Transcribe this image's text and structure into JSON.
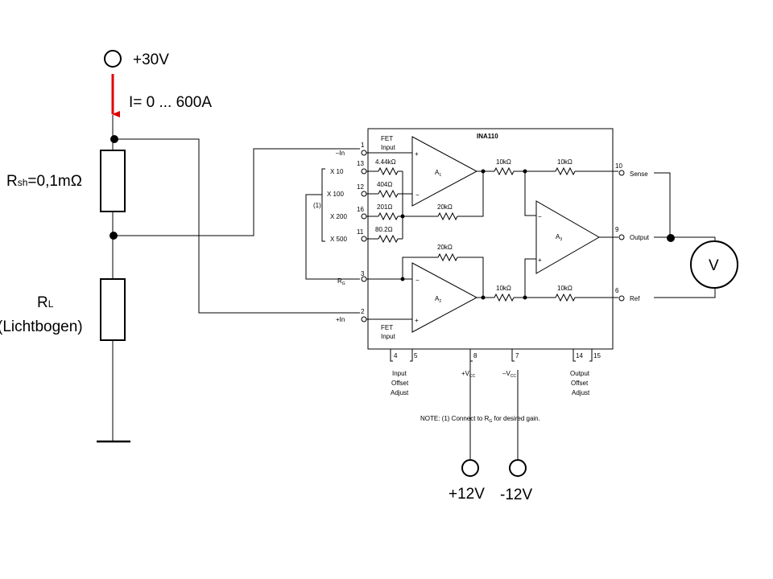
{
  "supply": {
    "label": "+30V",
    "current": "I= 0 ... 600A"
  },
  "shunt": {
    "label_main": "R",
    "label_sub": "sh",
    "label_value": "=0,1mΩ"
  },
  "load": {
    "label_main": "R",
    "label_sub": "L",
    "label_desc": "(Lichtbogen)"
  },
  "voltmeter": {
    "label": "V"
  },
  "rails": {
    "pos": "+12V",
    "neg": "-12V"
  },
  "ic": {
    "title": "INA110",
    "fet_top": [
      "FET",
      "Input"
    ],
    "fet_bottom": [
      "FET",
      "Input"
    ],
    "pins": {
      "inm": "–In",
      "inp": "+In",
      "rg": "R",
      "x10": "X 10",
      "x100": "X 100",
      "x200": "X 200",
      "x500": "X 500",
      "note_mark": "(1)",
      "sense": "Sense",
      "output": "Output",
      "ref": "Ref"
    },
    "pin_numbers": {
      "inm": "1",
      "p13": "13",
      "p12": "12",
      "p16": "16",
      "p11": "11",
      "rg": "3",
      "inp": "2",
      "sense": "10",
      "output": "9",
      "ref": "6",
      "p4": "4",
      "p5": "5",
      "p8": "8",
      "p7": "7",
      "p14": "14",
      "p15": "15"
    },
    "resistors": {
      "r1": "4.44kΩ",
      "r2": "404Ω",
      "r3": "201Ω",
      "r4": "80.2Ω",
      "rf1": "20kΩ",
      "rf2": "20kΩ",
      "ra": "10kΩ",
      "rb": "10kΩ",
      "rc": "10kΩ",
      "rd": "10kΩ"
    },
    "amps": {
      "a1": "A",
      "a2": "A",
      "a3": "A",
      "a1_sub": "1",
      "a2_sub": "2",
      "a3_sub": "3"
    },
    "bottom": {
      "offset_in": [
        "Input",
        "Offset",
        "Adjust"
      ],
      "vcc_pos": "+V",
      "vcc_neg": "–V",
      "vcc_sub": "CC",
      "offset_out": [
        "Output",
        "Offset",
        "Adjust"
      ]
    },
    "note": "NOTE: (1) Connect to R",
    "note_sub": "G",
    "note_tail": " for desired gain."
  }
}
